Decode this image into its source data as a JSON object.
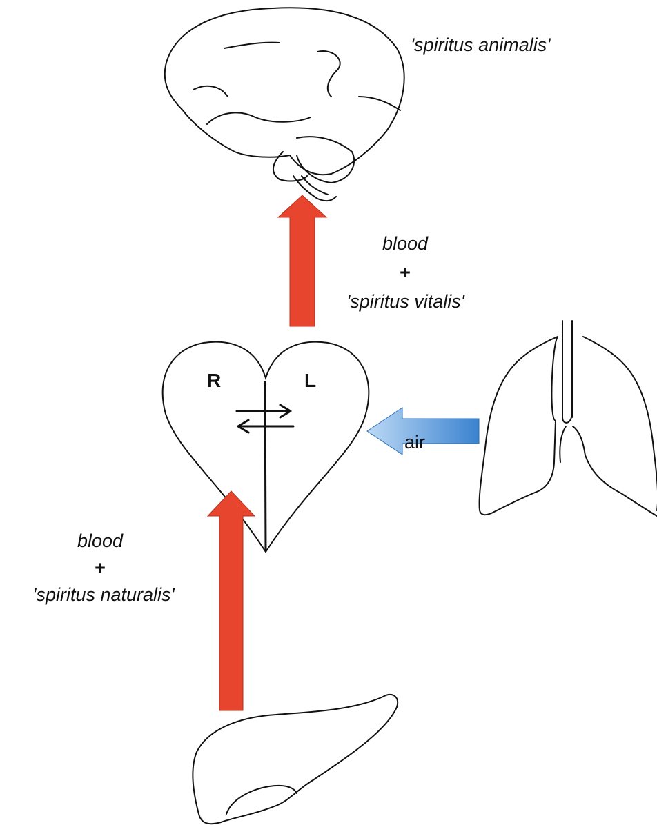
{
  "labels": {
    "spiritus_animalis": "'spiritus animalis'",
    "vital_blood": "blood",
    "vital_plus": "+",
    "spiritus_vitalis": "'spiritus vitalis'",
    "natural_blood": "blood",
    "natural_plus": "+",
    "spiritus_naturalis": "'spiritus naturalis'",
    "heart_right": "R",
    "heart_left": "L",
    "air": "air"
  },
  "colors": {
    "blood_arrow": "#e8452e",
    "air_arrow_light": "#bcd9f5",
    "air_arrow_dark": "#3a82cf",
    "outline": "#111111"
  }
}
